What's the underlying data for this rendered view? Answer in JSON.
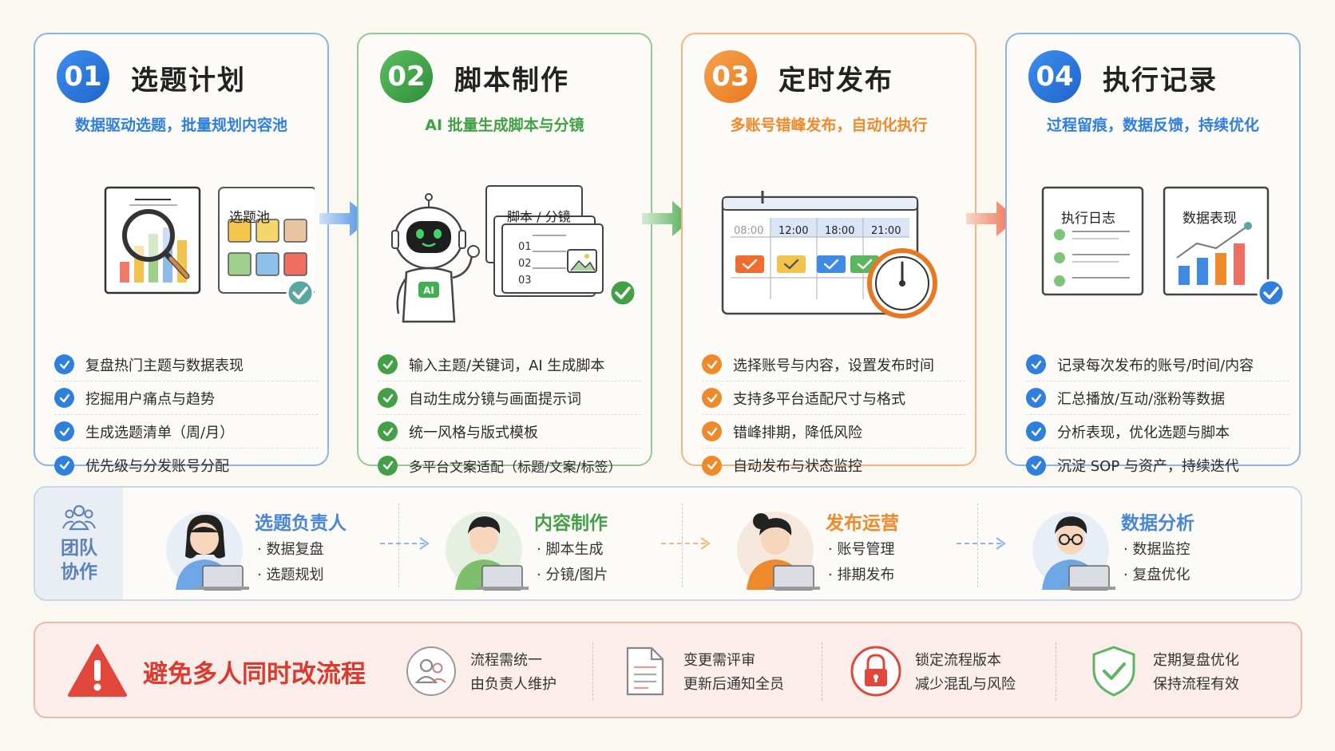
{
  "colors": {
    "blue": "#2f7fdc",
    "green": "#43a047",
    "orange": "#ee8a2b",
    "blue2": "#2f7fdc",
    "red": "#d93b2f"
  },
  "steps": [
    {
      "num": "01",
      "title": "选题计划",
      "subtitle": "数据驱动选题，批量规划内容池",
      "illus_label": "选题池",
      "items": [
        "复盘热门主题与数据表现",
        "挖掘用户痛点与趋势",
        "生成选题清单（周/月）",
        "优先级与分发账号分配"
      ]
    },
    {
      "num": "02",
      "title": "脚本制作",
      "subtitle": "AI 批量生成脚本与分镜",
      "illus_label": "脚本 / 分镜",
      "robot_badge": "AI",
      "script_lines": [
        "01",
        "02",
        "03",
        "..."
      ],
      "items": [
        "输入主题/关键词，AI 生成脚本",
        "自动生成分镜与画面提示词",
        "统一风格与版式模板",
        "多平台文案适配（标题/文案/标签）"
      ]
    },
    {
      "num": "03",
      "title": "定时发布",
      "subtitle": "多账号错峰发布，自动化执行",
      "times": [
        "08:00",
        "12:00",
        "18:00",
        "21:00"
      ],
      "items": [
        "选择账号与内容，设置发布时间",
        "支持多平台适配尺寸与格式",
        "错峰排期，降低风险",
        "自动发布与状态监控"
      ]
    },
    {
      "num": "04",
      "title": "执行记录",
      "subtitle": "过程留痕，数据反馈，持续优化",
      "log_label": "执行日志",
      "perf_label": "数据表现",
      "items": [
        "记录每次发布的账号/时间/内容",
        "汇总播放/互动/涨粉等数据",
        "分析表现，优化选题与脚本",
        "沉淀 SOP 与资产，持续迭代"
      ]
    }
  ],
  "team": {
    "label_line1": "团队",
    "label_line2": "协作",
    "roles": [
      {
        "name": "选题负责人",
        "tasks": [
          "· 数据复盘",
          "· 选题规划"
        ]
      },
      {
        "name": "内容制作",
        "tasks": [
          "· 脚本生成",
          "· 分镜/图片"
        ]
      },
      {
        "name": "发布运营",
        "tasks": [
          "· 账号管理",
          "· 排期发布"
        ]
      },
      {
        "name": "数据分析",
        "tasks": [
          "· 数据监控",
          "· 复盘优化"
        ]
      }
    ]
  },
  "warning": {
    "title": "避免多人同时改流程",
    "items": [
      {
        "icon": "team-icon",
        "line1": "流程需统一",
        "line2": "由负责人维护"
      },
      {
        "icon": "document-icon",
        "line1": "变更需评审",
        "line2": "更新后通知全员"
      },
      {
        "icon": "lock-icon",
        "line1": "锁定流程版本",
        "line2": "减少混乱与风险"
      },
      {
        "icon": "shield-check-icon",
        "line1": "定期复盘优化",
        "line2": "保持流程有效"
      }
    ]
  }
}
